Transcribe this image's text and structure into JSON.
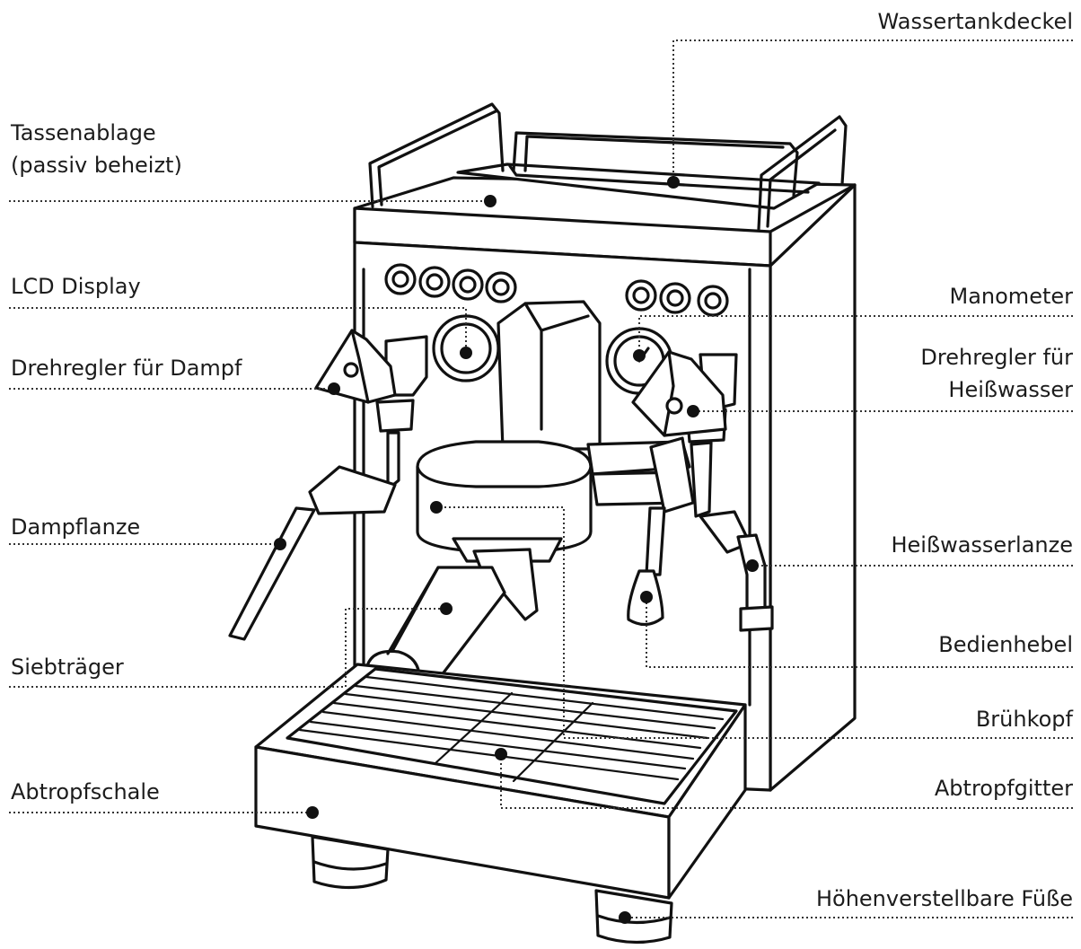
{
  "labels": {
    "wassertankdeckel": "Wassertankdeckel",
    "tassenablage_1": "Tassenablage",
    "tassenablage_2": "(passiv beheizt)",
    "lcd_display": "LCD Display",
    "manometer": "Manometer",
    "drehregler_dampf": "Drehregler für Dampf",
    "drehregler_heisswasser_1": "Drehregler für",
    "drehregler_heisswasser_2": "Heißwasser",
    "dampflanze": "Dampflanze",
    "heisswasserlanze": "Heißwasserlanze",
    "bedienhebel": "Bedienhebel",
    "siebtraeger": "Siebträger",
    "bruehkopf": "Brühkopf",
    "abtropfschale": "Abtropfschale",
    "abtropfgitter": "Abtropfgitter",
    "fuesse": "Höhenverstellbare Füße"
  }
}
